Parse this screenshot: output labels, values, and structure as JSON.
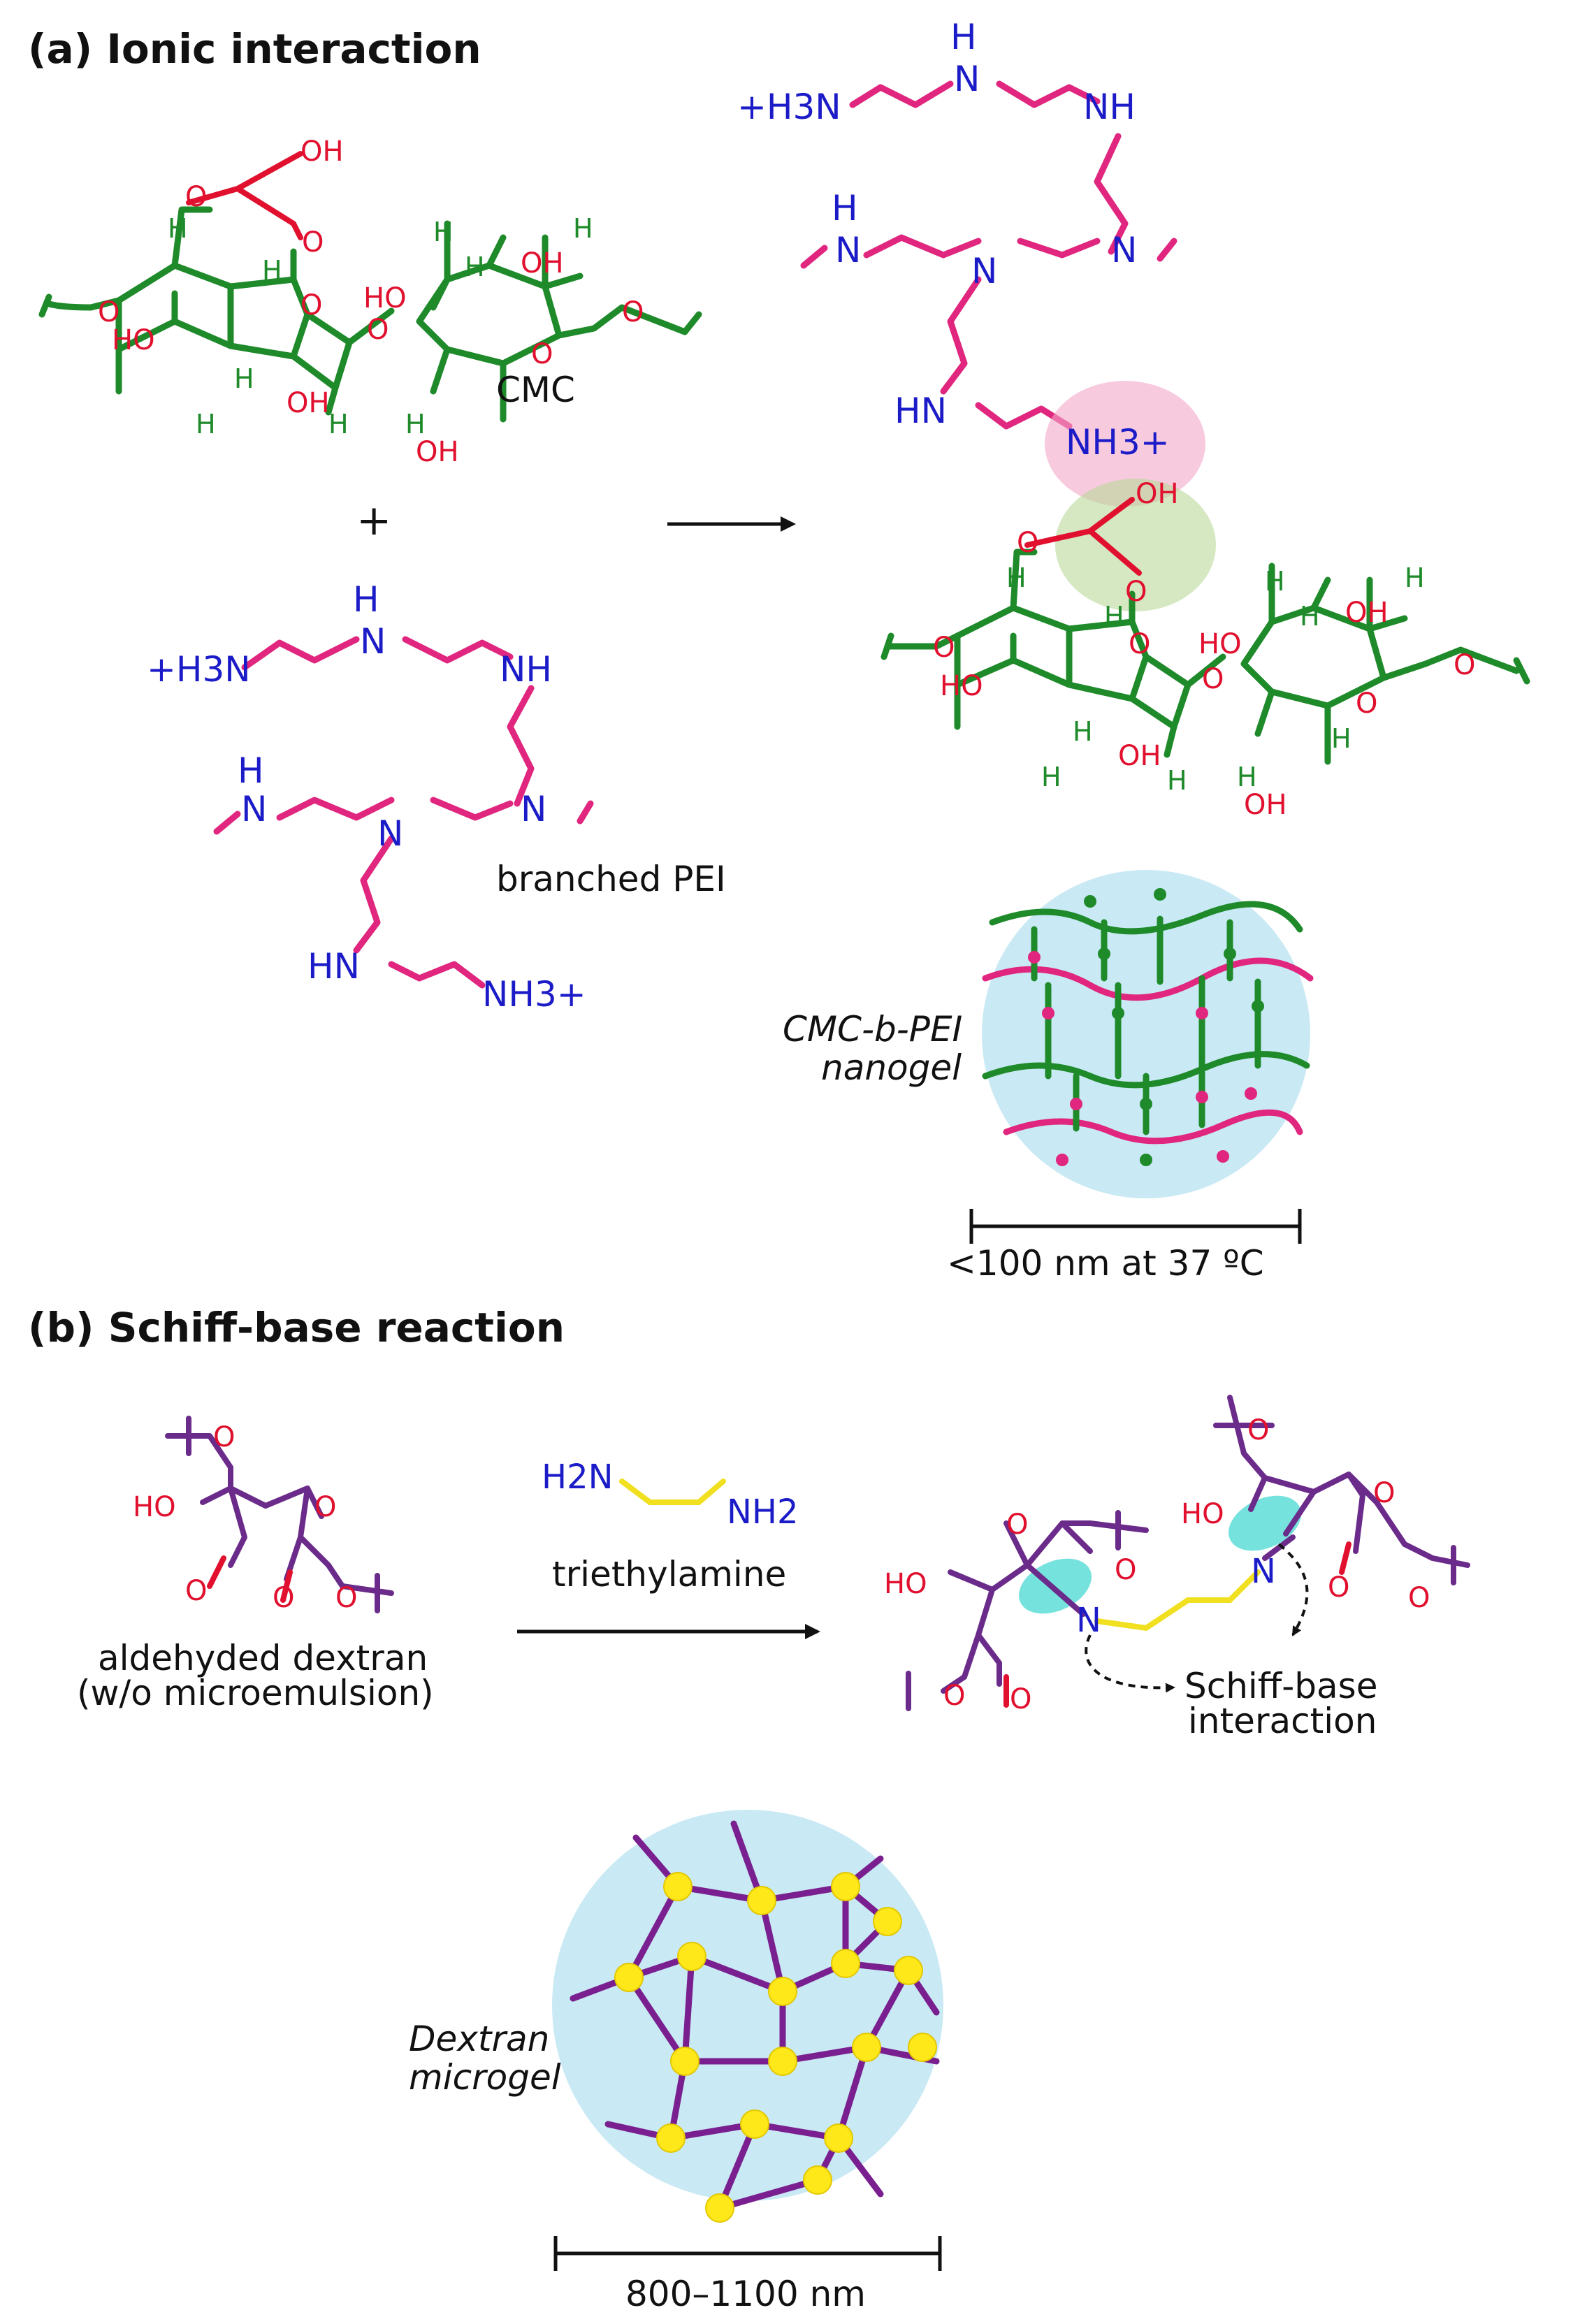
{
  "section_a": {
    "title": "(a) Ionic interaction"
  },
  "section_b": {
    "title": "(b) Schiff-base reaction"
  },
  "cmc": {
    "label": "CMC",
    "oh": "OH",
    "o_minus": "O",
    "ho": "HO",
    "o": "O",
    "h": "H"
  },
  "pei": {
    "label": "branched PEI",
    "h3n_plus": "+H3N",
    "nh": "NH",
    "n": "N",
    "hn": "HN",
    "nh3_plus": "NH3+",
    "h": "H"
  },
  "plus_sign": "+",
  "nanogel": {
    "label_line1": "CMC-b-PEI",
    "label_line2": "nanogel",
    "scale": "<100 nm at 37 ºC"
  },
  "dextran": {
    "label_line1": "aldehyded dextran",
    "label_line2": "(w/o microemulsion)",
    "ho": "HO",
    "o": "O"
  },
  "linker": {
    "h2n": "H2N",
    "nh2": "NH2",
    "reagent": "triethylamine"
  },
  "schiff": {
    "label_line1": "Schiff-base",
    "label_line2": "interaction",
    "n": "N"
  },
  "microgel": {
    "label_line1": "Dextran",
    "label_line2": "microgel",
    "scale": "800–1100 nm"
  }
}
